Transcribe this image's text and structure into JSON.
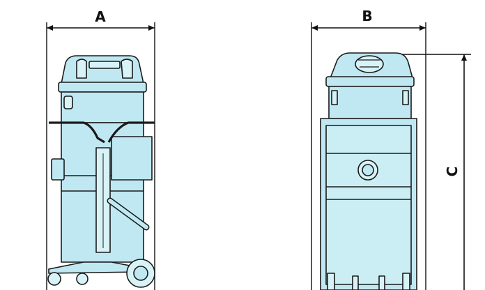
{
  "dimensions": {
    "width_label": "A",
    "depth_label": "B",
    "height_label": "C"
  },
  "colors": {
    "body_fill": "#bfe8f2",
    "outline": "#1a1a1a",
    "background": "#ffffff"
  }
}
